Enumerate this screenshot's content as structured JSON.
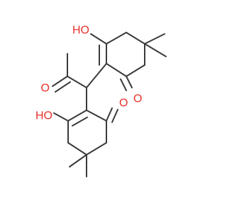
{
  "colors": {
    "bond": "#3a3a3a",
    "oxygen": "#e8322d"
  },
  "atoms": {
    "ho_top": "HO",
    "o_ketone_mid": "O",
    "o_ring_top": "O",
    "ho_bottom": "HO",
    "o_ring_bottom": "O"
  }
}
